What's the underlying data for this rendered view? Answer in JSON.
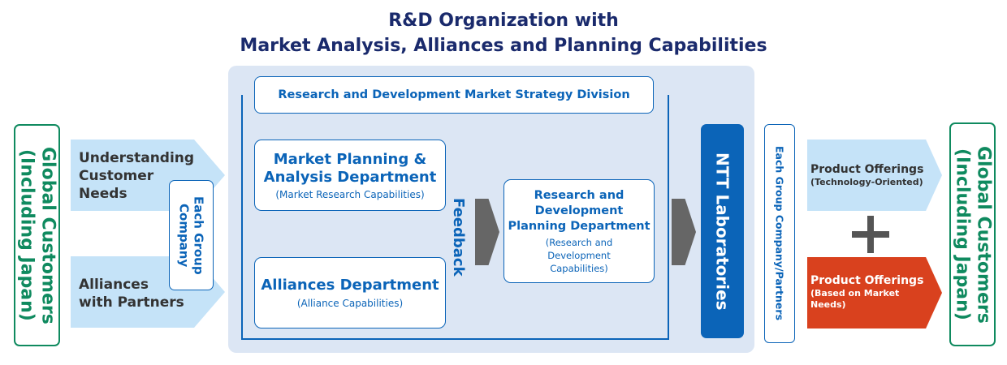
{
  "title": {
    "line1": "R&D Organization with",
    "line2": "Market Analysis, Alliances and Planning Capabilities"
  },
  "left_customers": {
    "label": "Global Customers\n(Including Japan)"
  },
  "right_customers": {
    "label": "Global Customers\n(Including Japan)"
  },
  "inputs": {
    "understanding": "Understanding\nCustomer\nNeeds",
    "alliances": "Alliances\nwith Partners"
  },
  "each_group_company": "Each Group\nCompany",
  "division": {
    "label": "Research and Development Market Strategy Division"
  },
  "market_planning": {
    "title": "Market Planning &\nAnalysis Department",
    "sub": "(Market Research Capabilities)"
  },
  "alliances_dept": {
    "title": "Alliances Department",
    "sub": "(Alliance Capabilities)"
  },
  "feedback": "Feedback",
  "rd_planning": {
    "title": "Research and\nDevelopment\nPlanning Department",
    "sub": "(Research and\nDevelopment\nCapabilities)"
  },
  "ntt_labs": "NTT Laboratories",
  "each_group_partners": "Each Group Company/Partners",
  "offering_tech": {
    "title": "Product Offerings",
    "sub": "(Technology-Oriented)"
  },
  "plus": "+",
  "offering_market": {
    "title": "Product Offerings",
    "sub": "(Based on Market\nNeeds)"
  },
  "colors": {
    "navy": "#1a2a6c",
    "blue": "#0b64b8",
    "green": "#0f8a5f",
    "light_blue": "#c5e3f8",
    "panel": "#dce6f4",
    "orange": "#d9411e",
    "gray": "#666666"
  }
}
